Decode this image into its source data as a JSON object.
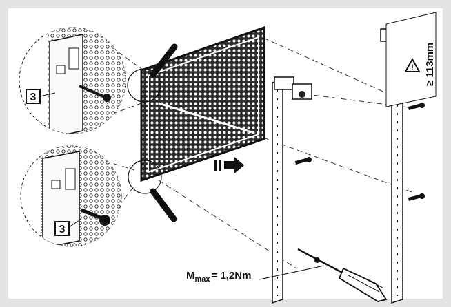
{
  "callouts": {
    "top_number": "3",
    "bottom_number": "3"
  },
  "distance_label": "≥ 113mm",
  "torque": {
    "symbol": "M",
    "subscript": "max",
    "value": "= 1,2Nm"
  },
  "icons": {
    "warning": "warning-triangle-icon",
    "direction": "arrow-right-icon"
  },
  "colors": {
    "background_frame": "#e4e4e4",
    "ink": "#111111"
  }
}
